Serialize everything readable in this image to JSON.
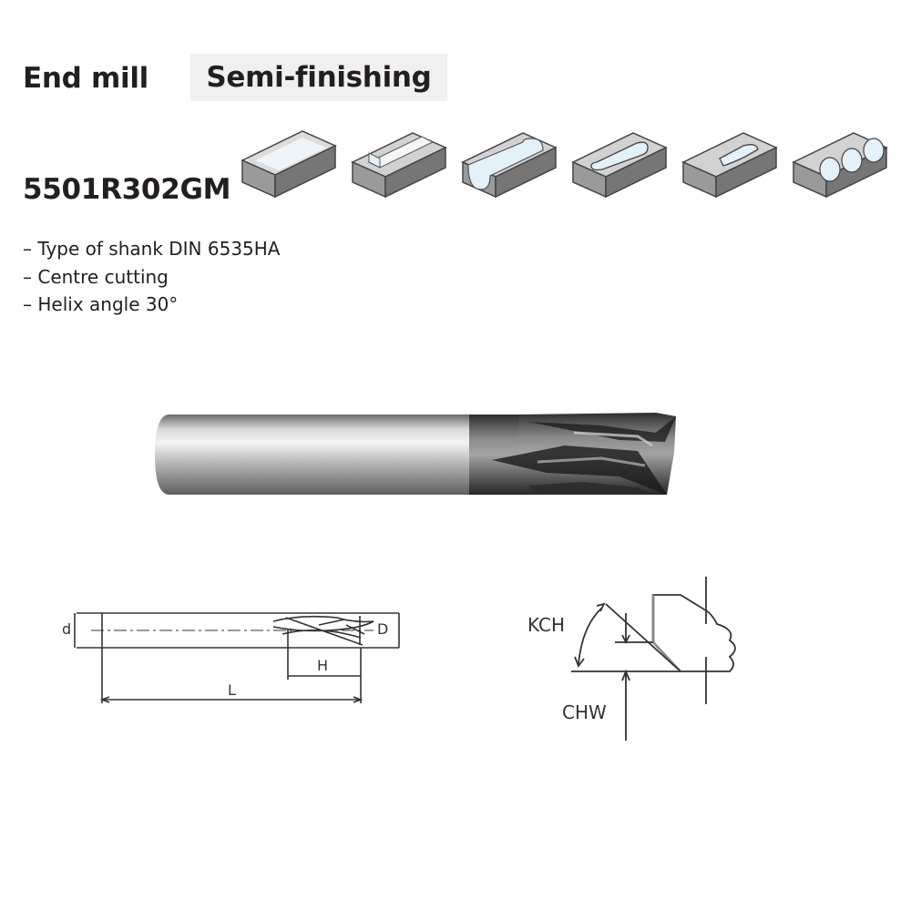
{
  "header": {
    "title": "End mill",
    "badge": "Semi-finishing"
  },
  "product": {
    "code": "5501R302GM",
    "features": [
      "– Type of shank DIN 6535HA",
      "– Centre cutting",
      "– Helix angle 30°"
    ]
  },
  "operations": [
    "face-milling-icon",
    "step-shoulder-icon",
    "slot-milling-icon",
    "closed-pocket-icon",
    "open-pocket-icon",
    "plunge-milling-icon"
  ],
  "dimension_drawing": {
    "label_d": "d",
    "label_D": "D",
    "label_H": "H",
    "label_L": "L"
  },
  "chamfer_drawing": {
    "label_kch": "KCH",
    "label_chw": "CHW"
  },
  "colors": {
    "text": "#231f20",
    "badge_bg": "#f0f0f0",
    "block_top": "#d6d6d6",
    "block_front": "#8f8f8f",
    "block_side": "#6e6e6e",
    "highlight": "#e3f1fa"
  }
}
